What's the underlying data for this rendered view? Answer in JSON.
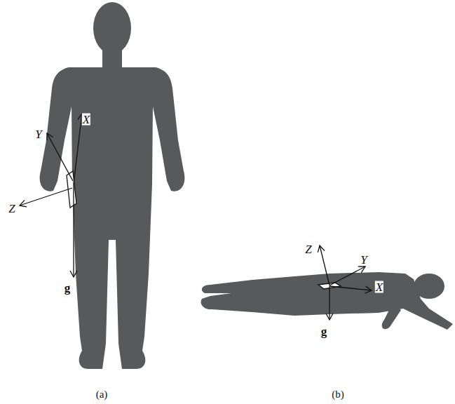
{
  "diagram": {
    "labels": [
      "Y",
      "X",
      "Z",
      "g",
      "Z",
      "Y",
      "X",
      "g",
      "(a)",
      "(b)"
    ]
  }
}
